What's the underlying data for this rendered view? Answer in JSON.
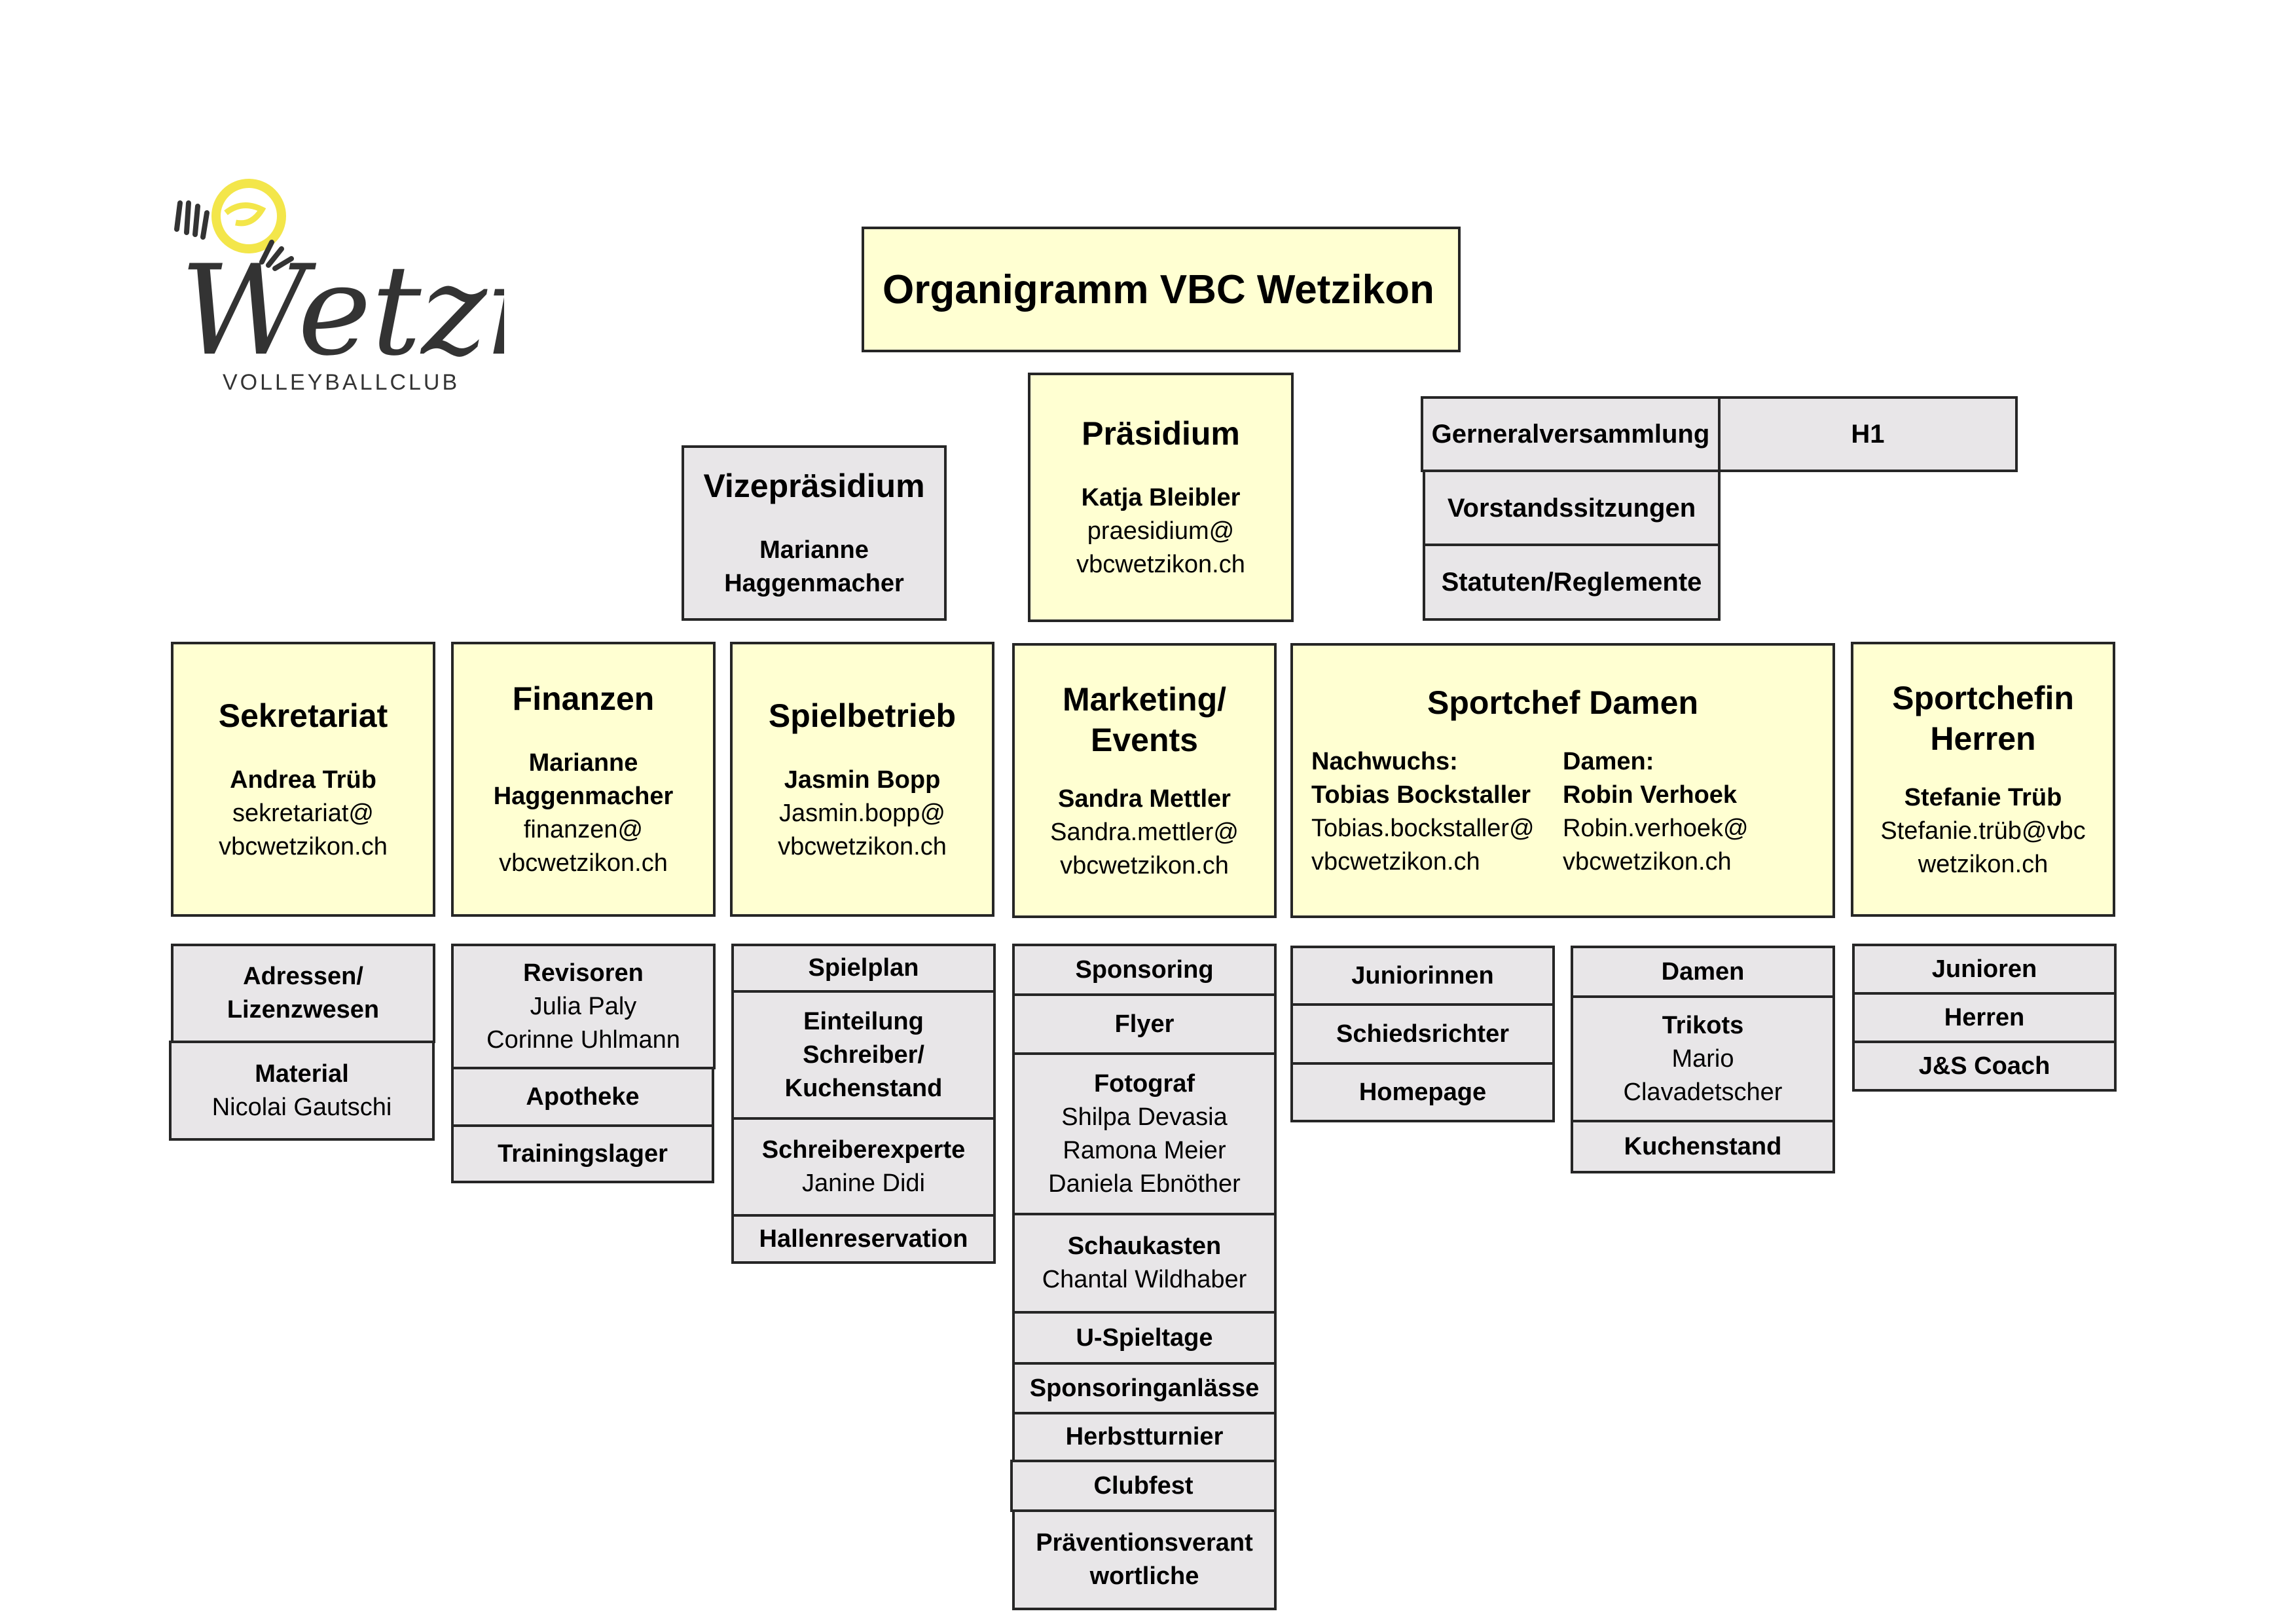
{
  "logo": {
    "wordmark": "Wetzikon",
    "subtitle": "VOLLEYBALLCLUB",
    "accent_color": "#f3e64a"
  },
  "title": "Organigramm VBC Wetzikon",
  "praesidium": {
    "title": "Präsidium",
    "name": "Katja Bleibler",
    "email_line1": "praesidium@",
    "email_line2": "vbcwetzikon.ch"
  },
  "vizepraesidium": {
    "title": "Vizepräsidium",
    "name_line1": "Marianne",
    "name_line2": "Haggenmacher"
  },
  "governance": {
    "generalversammlung": "Gerneralversammlung",
    "h1": "H1",
    "vorstandssitzungen": "Vorstandssitzungen",
    "statuten": "Statuten/Reglemente"
  },
  "sekretariat": {
    "title": "Sekretariat",
    "name": "Andrea Trüb",
    "email_line1": "sekretariat@",
    "email_line2": "vbcwetzikon.ch"
  },
  "finanzen": {
    "title": "Finanzen",
    "name_line1": "Marianne",
    "name_line2": "Haggenmacher",
    "email_line1": "finanzen@",
    "email_line2": "vbcwetzikon.ch"
  },
  "spielbetrieb": {
    "title": "Spielbetrieb",
    "name": "Jasmin Bopp",
    "email_line1": "Jasmin.bopp@",
    "email_line2": "vbcwetzikon.ch"
  },
  "marketing": {
    "title_line1": "Marketing/",
    "title_line2": "Events",
    "name": "Sandra Mettler",
    "email_line1": "Sandra.mettler@",
    "email_line2": "vbcwetzikon.ch"
  },
  "sportchef_damen": {
    "title": "Sportchef Damen",
    "left_label": "Nachwuchs:",
    "left_name": "Tobias Bockstaller",
    "left_email_line1": "Tobias.bockstaller@",
    "left_email_line2": "vbcwetzikon.ch",
    "right_label": "Damen:",
    "right_name": "Robin Verhoek",
    "right_email_line1": "Robin.verhoek@",
    "right_email_line2": "vbcwetzikon.ch"
  },
  "sportchefin_herren": {
    "title_line1": "Sportchefin",
    "title_line2": "Herren",
    "name": "Stefanie Trüb",
    "email_line1": "Stefanie.trüb@vbc",
    "email_line2": "wetzikon.ch"
  },
  "sub_sekretariat": {
    "adressen_line1": "Adressen/",
    "adressen_line2": "Lizenzwesen",
    "material": "Material",
    "material_name": "Nicolai Gautschi"
  },
  "sub_finanzen": {
    "revisoren": "Revisoren",
    "revisor1": "Julia Paly",
    "revisor2": "Corinne Uhlmann",
    "apotheke": "Apotheke",
    "trainingslager": "Trainingslager"
  },
  "sub_spielbetrieb": {
    "spielplan": "Spielplan",
    "einteilung_line1": "Einteilung",
    "einteilung_line2": "Schreiber/",
    "einteilung_line3": "Kuchenstand",
    "schreiberexperte": "Schreiberexperte",
    "schreiberexperte_name": "Janine Didi",
    "hallenreservation": "Hallenreservation"
  },
  "sub_marketing": {
    "sponsoring": "Sponsoring",
    "flyer": "Flyer",
    "fotograf": "Fotograf",
    "fotograf1": "Shilpa Devasia",
    "fotograf2": "Ramona Meier",
    "fotograf3": "Daniela Ebnöther",
    "schaukasten": "Schaukasten",
    "schaukasten_name": "Chantal Wildhaber",
    "u_spieltage": "U-Spieltage",
    "sponsoringanlaesse": "Sponsoringanlässe",
    "herbstturnier": "Herbstturnier",
    "clubfest": "Clubfest",
    "praevention_line1": "Präventionsverant",
    "praevention_line2": "wortliche"
  },
  "sub_nachwuchs": {
    "juniorinnen": "Juniorinnen",
    "schiedsrichter": "Schiedsrichter",
    "homepage": "Homepage"
  },
  "sub_damen": {
    "damen": "Damen",
    "trikots": "Trikots",
    "trikots_name1": "Mario",
    "trikots_name2": "Clavadetscher",
    "kuchenstand": "Kuchenstand"
  },
  "sub_herren": {
    "junioren": "Junioren",
    "herren": "Herren",
    "js_coach": "J&S Coach"
  }
}
